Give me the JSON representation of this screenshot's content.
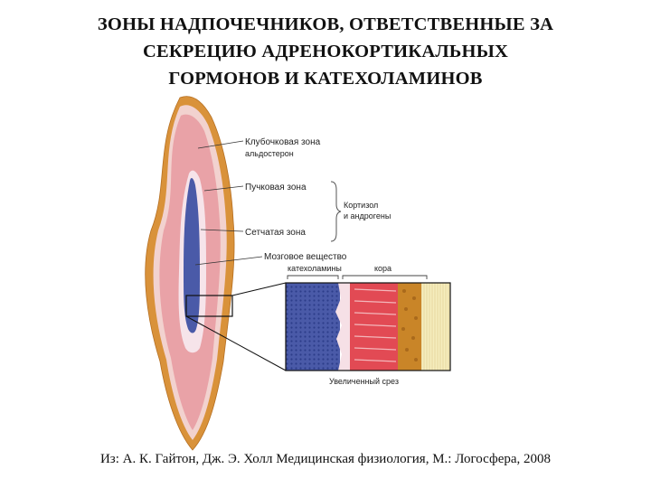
{
  "title": {
    "lines": [
      "ЗОНЫ НАДПОЧЕЧНИКОВ, ОТВЕТСТВЕННЫЕ ЗА",
      "СЕКРЕЦИЮ  АДРЕНОКОРТИКАЛЬНЫХ",
      "ГОРМОНОВ И КАТЕХОЛАМИНОВ"
    ]
  },
  "labels": {
    "glomerulosa": "Клубочковая зона",
    "aldosterone": "альдостерон",
    "fasciculata": "Пучковая зона",
    "cortisol": "Кортизол",
    "androgens": "и андрогены",
    "reticularis": "Сетчатая зона",
    "medulla": "Мозговое вещество",
    "catecholamines": "катехоламины",
    "cortex": "кора",
    "enlarged_section": "Увеличенный срез"
  },
  "colors": {
    "capsule": "#d9923a",
    "glomerulosa": "#f2d2cf",
    "fasciculata": "#e9a2a7",
    "reticularis": "#f6e4ea",
    "medulla": "#4a5aa8",
    "medulla_cells": "#2c3d8a",
    "inset_fasciculata": "#e24a54",
    "inset_glomerulosa": "#c98528",
    "inset_capsule": "#f5edbd"
  },
  "source": "Из:  А. К. Гайтон, Дж. Э. Холл Медицинская физиология, М.: Логосфера, 2008"
}
